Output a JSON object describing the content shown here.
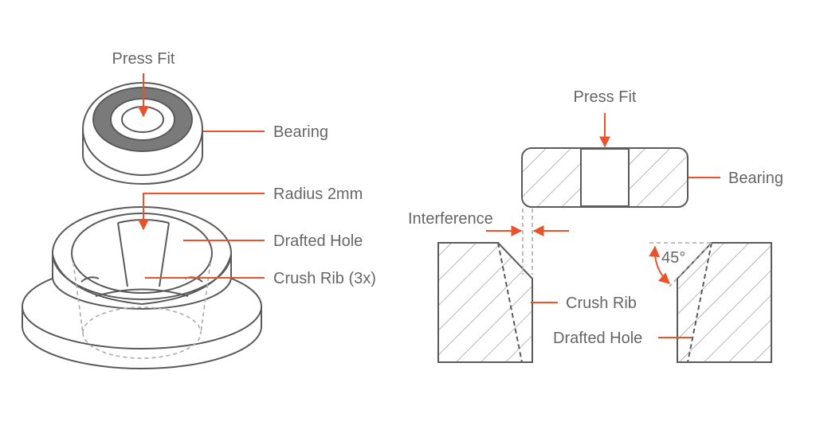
{
  "colors": {
    "leader": "#e8532b",
    "ink": "#5a5a5a",
    "text": "#666666",
    "bearing_ring": "#7a7a7a",
    "hidden_line": "#aaaaaa"
  },
  "left": {
    "press_fit": "Press Fit",
    "bearing": "Bearing",
    "radius": "Radius 2mm",
    "drafted_hole": "Drafted Hole",
    "crush_rib": "Crush Rib (3x)"
  },
  "right": {
    "press_fit": "Press Fit",
    "bearing": "Bearing",
    "interference": "Interference",
    "crush_rib": "Crush Rib",
    "drafted_hole": "Drafted Hole",
    "angle": "45°"
  }
}
